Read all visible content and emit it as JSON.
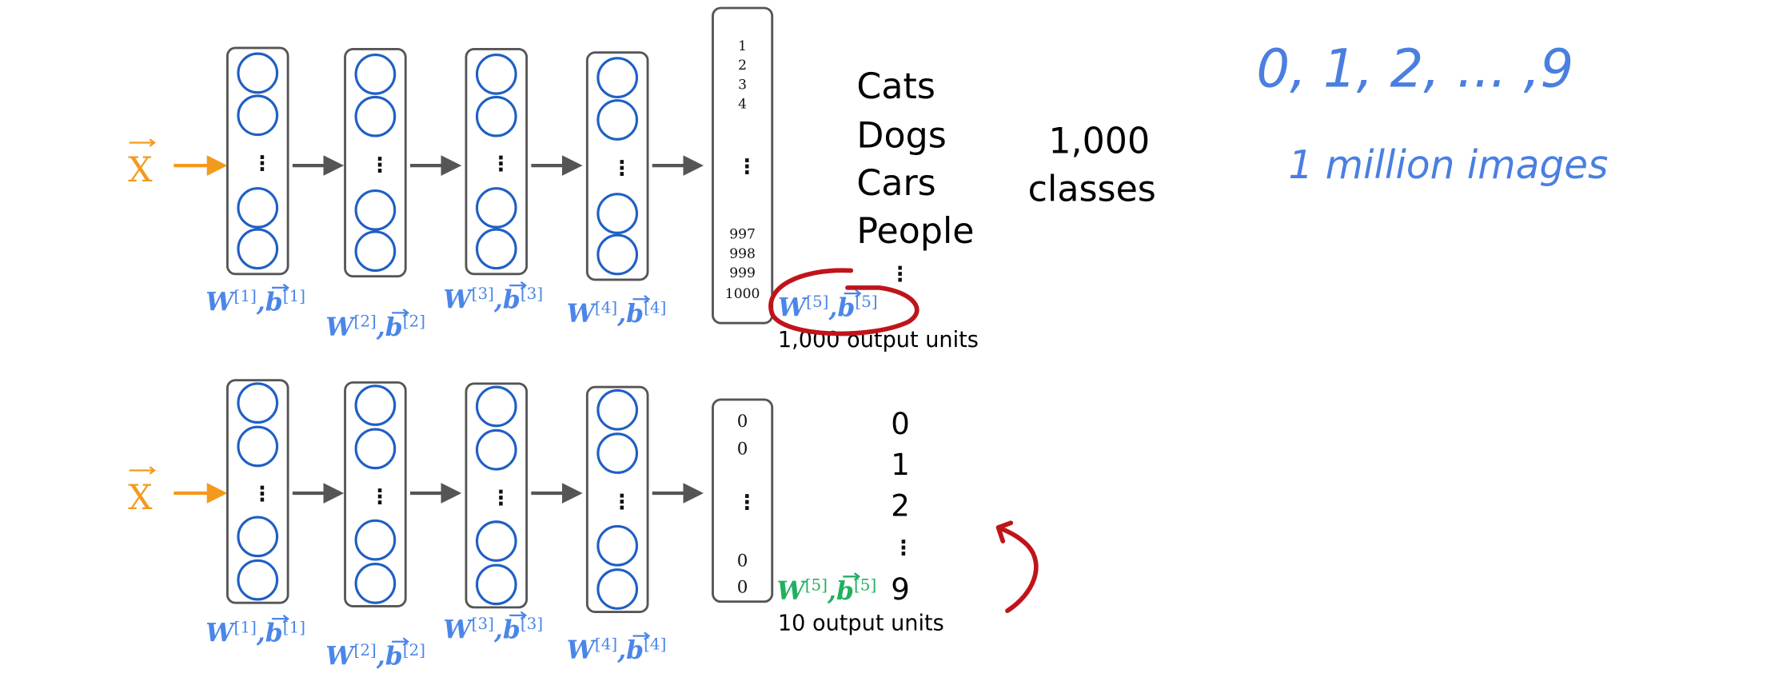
{
  "colors": {
    "neuron": "#1f5fc4",
    "label_blue": "#4a86e8",
    "label_green": "#22b060",
    "input": "#f39a1e",
    "annotation_red": "#c0141a",
    "handwriting": "#4a7fe0"
  },
  "input_label": "X",
  "top_network": {
    "layer_labels": [
      {
        "w": "W",
        "b": "b",
        "idx": "[1]"
      },
      {
        "w": "W",
        "b": "b",
        "idx": "[2]"
      },
      {
        "w": "W",
        "b": "b",
        "idx": "[3]"
      },
      {
        "w": "W",
        "b": "b",
        "idx": "[4]"
      },
      {
        "w": "W",
        "b": "b",
        "idx": "[5]"
      }
    ],
    "output_top": [
      "1",
      "2",
      "3",
      "4"
    ],
    "output_bottom": [
      "997",
      "998",
      "999",
      "1000"
    ],
    "output_units": "1,000 output units",
    "classes": [
      "Cats",
      "Dogs",
      "Cars",
      "People"
    ],
    "class_count": "1,000",
    "class_word": "classes"
  },
  "bottom_network": {
    "layer_labels": [
      {
        "w": "W",
        "b": "b",
        "idx": "[1]"
      },
      {
        "w": "W",
        "b": "b",
        "idx": "[2]"
      },
      {
        "w": "W",
        "b": "b",
        "idx": "[3]"
      },
      {
        "w": "W",
        "b": "b",
        "idx": "[4]"
      },
      {
        "w": "W",
        "b": "b",
        "idx": "[5]"
      }
    ],
    "output_top": [
      "0",
      "0"
    ],
    "output_bottom": [
      "0",
      "0"
    ],
    "output_units": "10 output units",
    "digits": [
      "0",
      "1",
      "2",
      "9"
    ]
  },
  "handwritten": {
    "digits_range": "0, 1, 2, ... ,9",
    "dataset_size": "1 million images"
  },
  "dots": "⋮"
}
